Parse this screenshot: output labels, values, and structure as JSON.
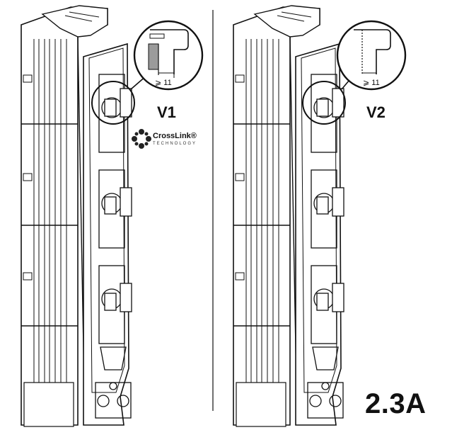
{
  "figure": {
    "label": "2.3A"
  },
  "variants": [
    {
      "label": "V1",
      "dimension": "⩾ 11"
    },
    {
      "label": "V2",
      "dimension": "⩾ 11"
    }
  ],
  "logo": {
    "name": "CrossLink®",
    "tagline": "TECHNOLOGY"
  }
}
